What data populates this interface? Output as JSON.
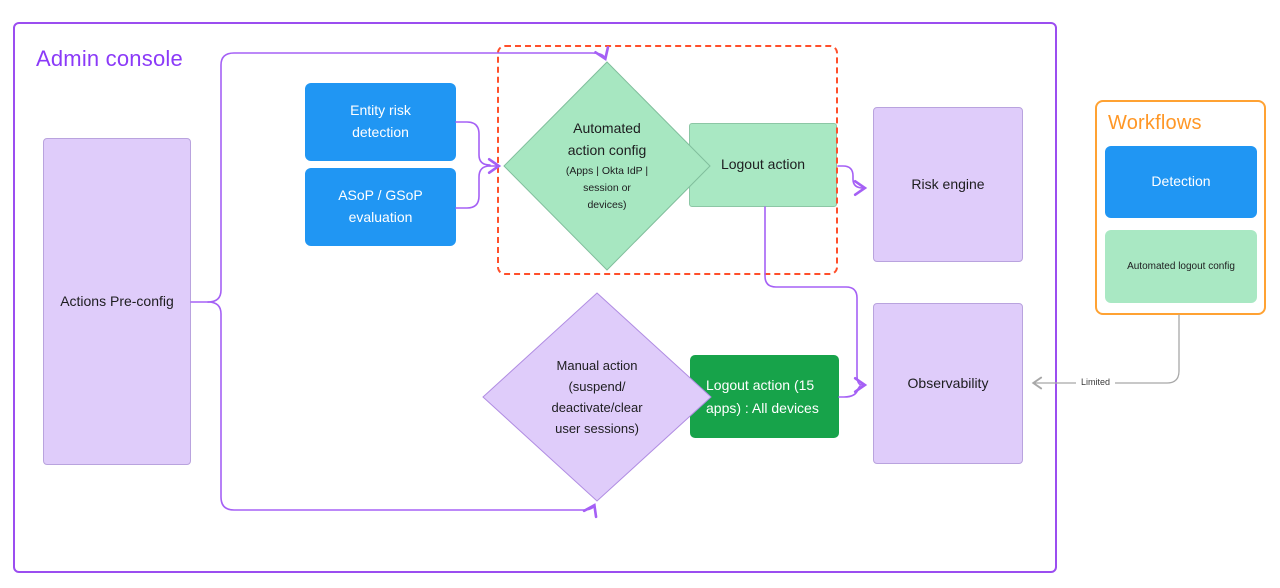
{
  "admin_console": {
    "title": "Admin console",
    "actions_preconfig_label": "Actions Pre-config",
    "entity_risk_label": "Entity risk\ndetection",
    "asop_label": "ASoP / GSoP\nevaluation",
    "automated_diamond": {
      "title": "Automated\naction config",
      "subtitle": "(Apps | Okta IdP |\nsession or\ndevices)"
    },
    "logout_action_label": "Logout action",
    "risk_engine_label": "Risk engine",
    "manual_diamond_label": "Manual action\n(suspend/\ndeactivate/clear\nuser sessions)",
    "logout_15_label": "Logout action (15\napps) : All devices",
    "observability_label": "Observability"
  },
  "workflows": {
    "title": "Workflows",
    "detection_label": "Detection",
    "automated_logout_label": "Automated logout config"
  },
  "connections": {
    "limited_label": "Limited"
  },
  "colors": {
    "admin_border_purple": "#9b4df0",
    "admin_title_purple": "#8b3af8",
    "connector_purple": "#a560f5",
    "lavender_fill": "#dfccfa",
    "lavender_border": "#b9a3de",
    "blue_fill": "#2096f3",
    "light_green_fill": "#a9e8c3",
    "light_green_border": "#8cc7a5",
    "dark_green_fill": "#17a34a",
    "dashed_group_red": "#ff4f2b",
    "workflows_border_orange": "#ffa233",
    "workflows_title_orange": "#ff9726",
    "limited_line_gray": "#a8a8a8",
    "text_dark": "#1d1d1f"
  }
}
